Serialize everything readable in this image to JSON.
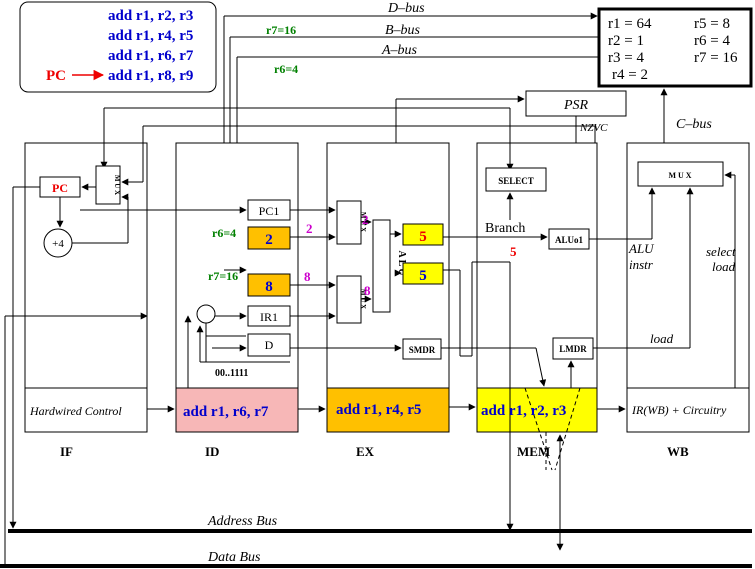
{
  "code_box": {
    "lines": [
      "add r1, r2, r3",
      "add r1, r4, r5",
      "add r1, r6, r7",
      "add r1, r8, r9"
    ],
    "pc_label": "PC"
  },
  "buses": {
    "d_bus": "D–bus",
    "b_bus": "B–bus",
    "a_bus": "A–bus",
    "c_bus": "C–bus",
    "address_bus": "Address Bus",
    "data_bus": "Data Bus",
    "r7_tag": "r7=16",
    "r6_tag": "r6=4"
  },
  "registers": {
    "col1": [
      "r1 = 64",
      "r2 = 1",
      "r3 = 4",
      "r4 = 2"
    ],
    "col2": [
      "r5 = 8",
      "r6 = 4",
      "r7 = 16"
    ]
  },
  "psr": {
    "label": "PSR",
    "flags": "NZVC"
  },
  "if_stage": {
    "name": "IF",
    "pc": "PC",
    "mux": "M U X",
    "plus4": "+4",
    "control": "Hardwired Control"
  },
  "id_stage": {
    "name": "ID",
    "pc1": "PC1",
    "reg_a": "2",
    "reg_b": "8",
    "ir1": "IR1",
    "d": "D",
    "r6_label": "r6=4",
    "r7_label": "r7=16",
    "const": "00..1111",
    "instr": "add r1, r6, r7"
  },
  "ex_stage": {
    "name": "EX",
    "mux": "M U X",
    "alu": "A L U",
    "val_top": "2",
    "val_bottom": "8",
    "res1": "5",
    "res2": "5",
    "smdr": "SMDR",
    "instr": "add r1, r4, r5"
  },
  "mem_stage": {
    "name": "MEM",
    "select": "SELECT",
    "branch": "Branch",
    "branch_val": "5",
    "aluo1": "ALUo1",
    "lmdr": "LMDR",
    "instr": "add r1, r2, r3"
  },
  "wb_stage": {
    "name": "WB",
    "mux": "M U X",
    "alu_instr": [
      "ALU",
      "instr"
    ],
    "select_load": [
      "select",
      "load"
    ],
    "load": "load",
    "control": "IR(WB) + Circuitry"
  }
}
